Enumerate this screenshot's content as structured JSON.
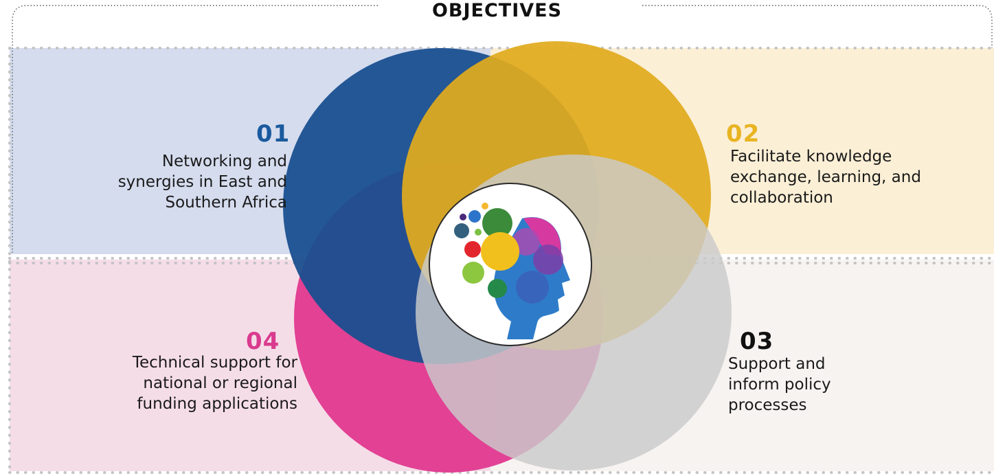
{
  "title": "OBJECTIVES",
  "colors": {
    "blue": "#1a4f8f",
    "yellow": "#e1ab1e",
    "pink": "#e0388f",
    "grey": "#c8c8c8",
    "band_blue": "#d5dcee",
    "band_yellow": "#fbefd6",
    "band_pink": "#f5dde8",
    "band_grey": "#f7f3f1"
  },
  "logo": {
    "icon": "brain-head-icon"
  },
  "objectives": [
    {
      "number": "01",
      "text": "Networking and\nsynergies in East and\nSouthern Africa"
    },
    {
      "number": "02",
      "text": "Facilitate knowledge\nexchange, learning, and\ncollaboration"
    },
    {
      "number": "03",
      "text": "Support and\ninform policy\nprocesses"
    },
    {
      "number": "04",
      "text": "Technical support for\nnational or regional\nfunding applications"
    }
  ]
}
